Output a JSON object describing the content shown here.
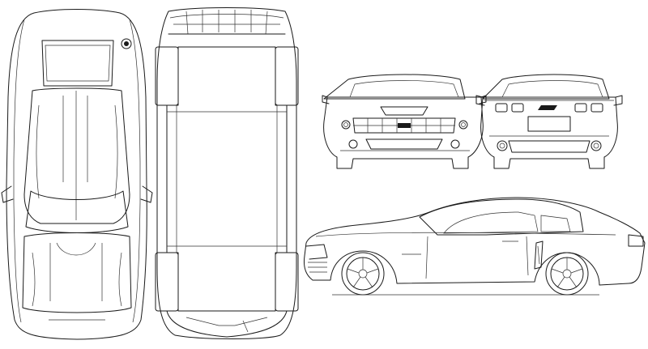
{
  "blueprint": {
    "views": [
      "top",
      "bottom",
      "front",
      "rear",
      "side"
    ],
    "colors": {
      "line": "#1a1a1a",
      "background": "#ffffff"
    }
  }
}
